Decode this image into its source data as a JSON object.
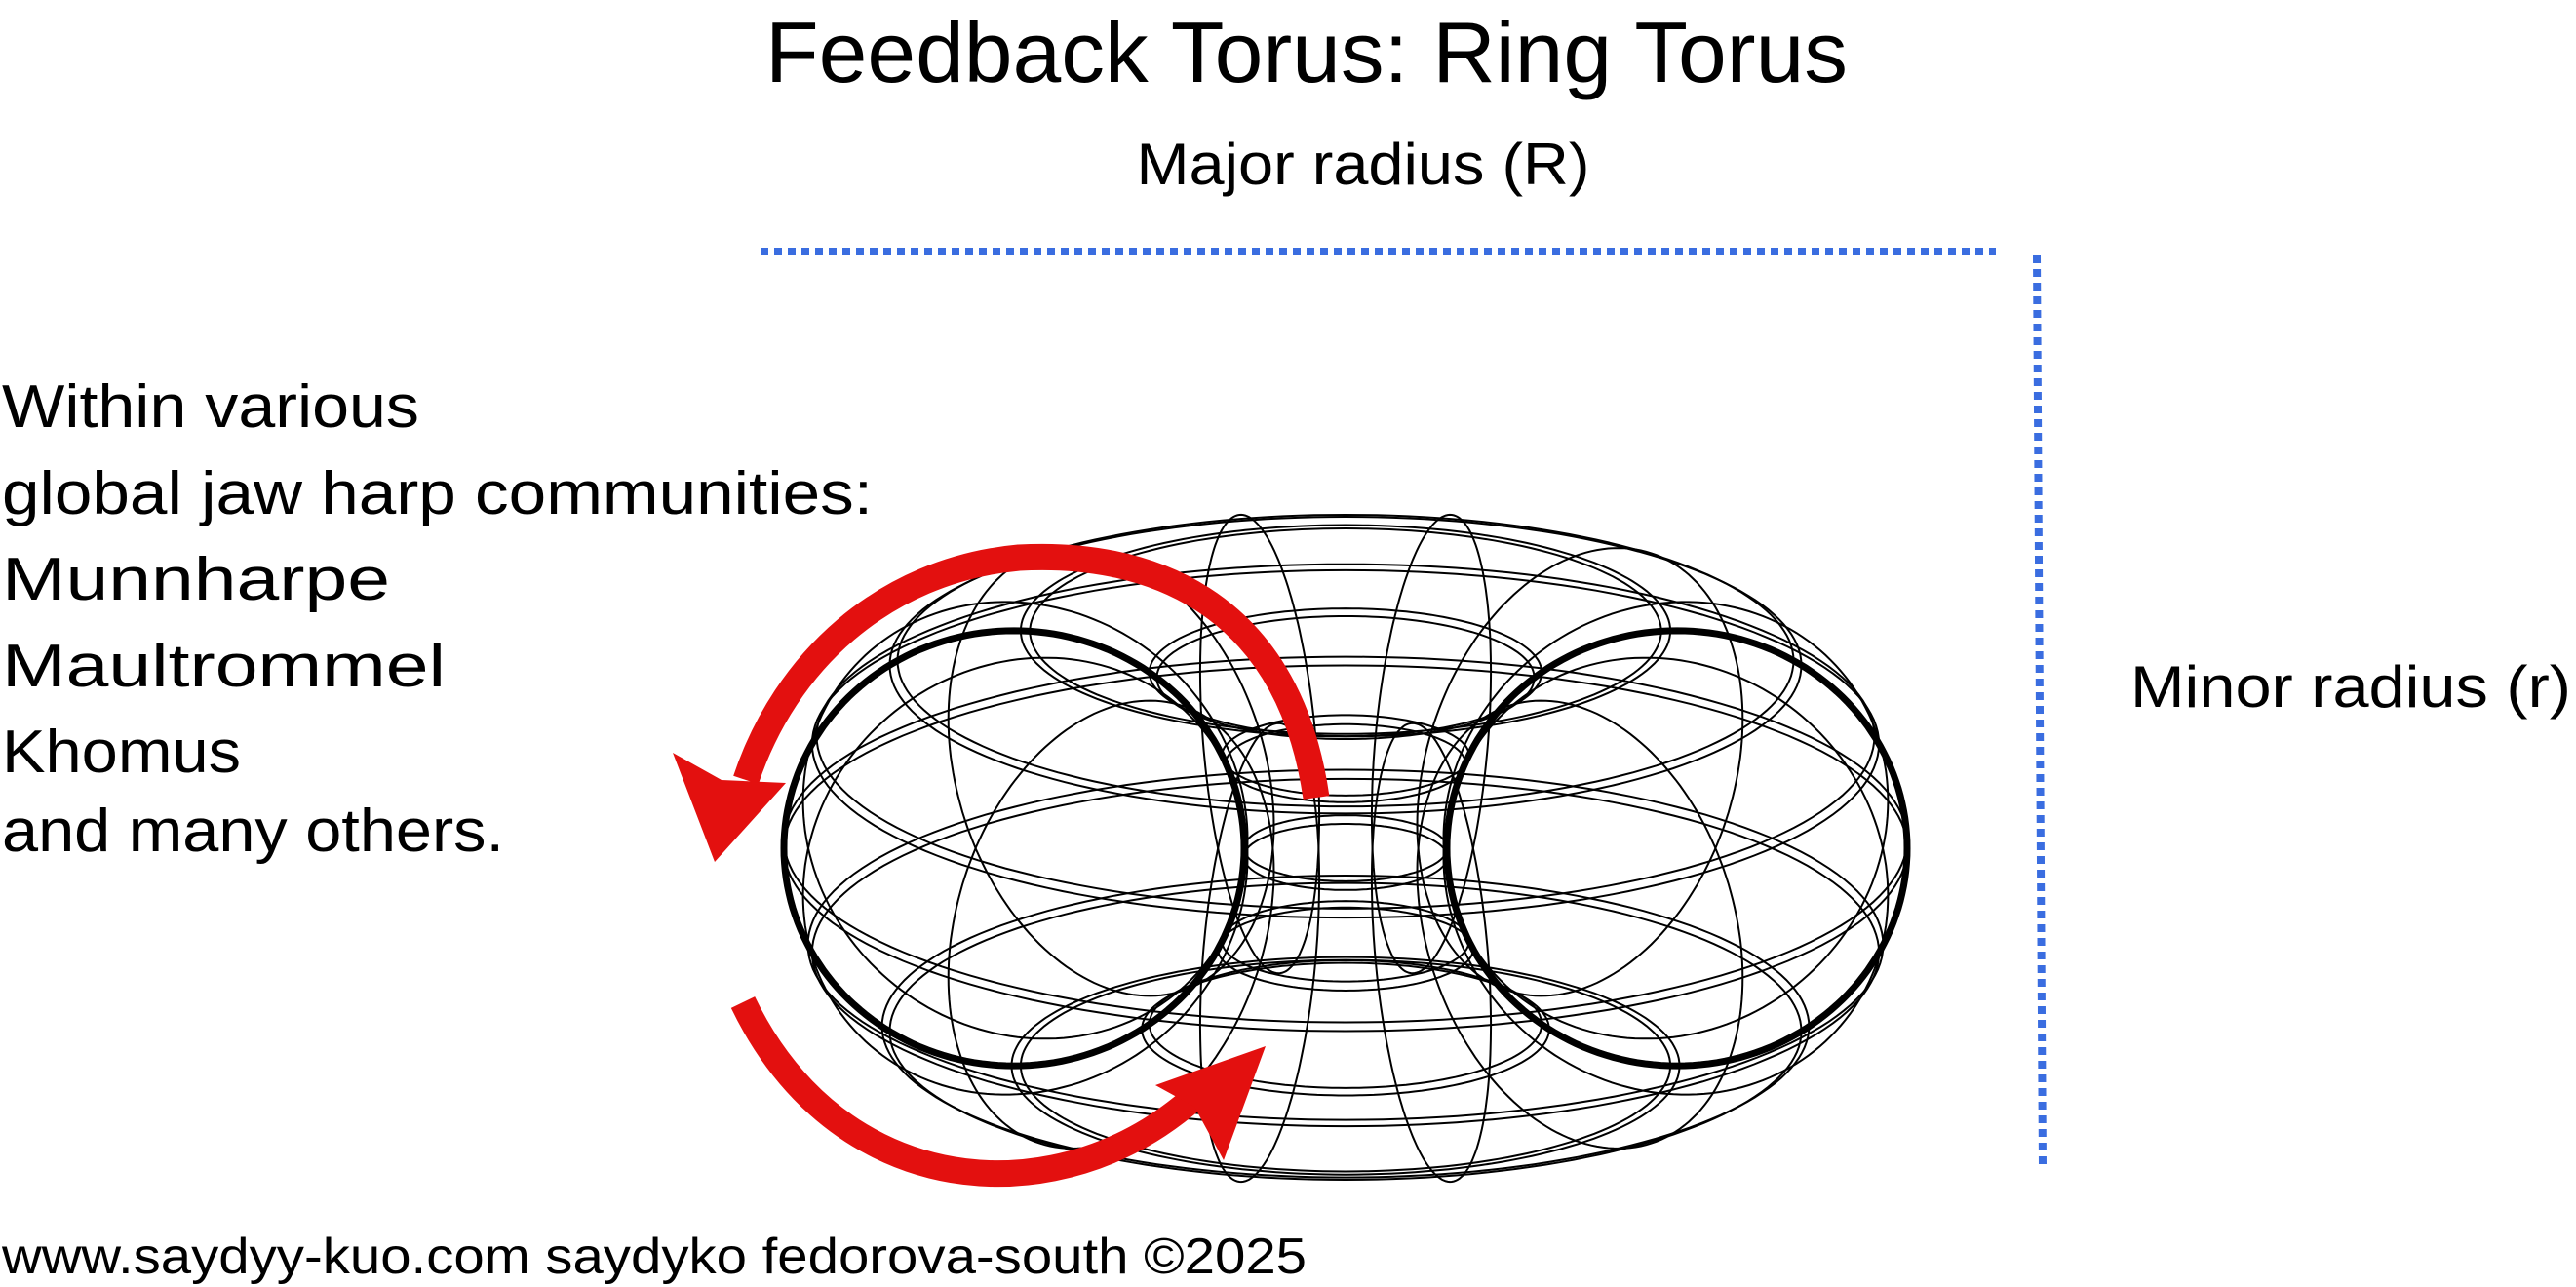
{
  "title": "Feedback Torus: Ring Torus",
  "major_radius_label": "Major radius (R)",
  "minor_radius_label": "Minor radius (r)",
  "left_text": [
    "Within various",
    "global jaw harp communities:",
    "Munnharpe",
    "Maultrommel",
    "Khomus",
    "and many others."
  ],
  "footer": "www.saydyy-kuo.com saydyko fedorova-south ©2025",
  "colors": {
    "arrow": "#e3100f",
    "dimension_line": "#3a6de0",
    "wireframe": "#000000"
  }
}
